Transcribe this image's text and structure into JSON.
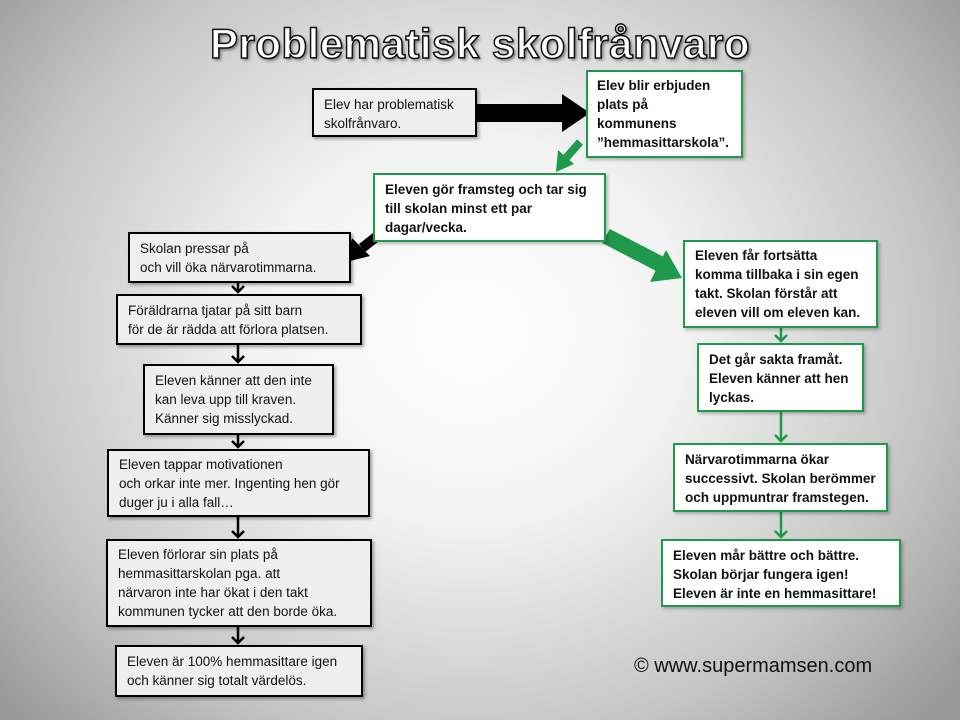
{
  "title": "Problematisk skolfrånvaro",
  "colors": {
    "green": "#1f9a4c",
    "black": "#000000"
  },
  "top": {
    "start": "Elev har problematisk\nskolfrånvaro.",
    "offer": "Elev blir erbjuden\nplats  på\nkommunens\n”hemmasittarskola”.",
    "progress": "Eleven  gör framsteg och tar sig\ntill  skolan minst ett par\ndagar/vecka."
  },
  "negative_path": [
    "Skolan pressar på\noch vill  öka närvarotimmarna.",
    "Föräldrarna tjatar på sitt barn\nför de är rädda att förlora platsen.",
    "Eleven känner att den inte\nkan leva upp till kraven.\nKänner sig misslyckad.",
    "Eleven tappar motivationen\noch orkar inte mer. Ingenting hen gör\nduger ju i alla fall…",
    "Eleven förlorar sin plats på\nhemmasittarskolan pga. att\nnärvaron inte har ökat i den takt\nkommunen  tycker att den borde öka.",
    "Eleven är 100% hemmasittare igen\noch känner sig totalt värdelös."
  ],
  "positive_path": [
    "Eleven  får fortsätta\nkomma tillbaka i sin egen\ntakt. Skolan förstår att\neleven vill om eleven kan.",
    "Det går sakta framåt.\nEleven känner att hen\nlyckas.",
    "Närvarotimmarna ökar\nsuccessivt. Skolan berömmer\noch uppmuntrar framstegen.",
    "Eleven  mår bättre och bättre.\nSkolan börjar fungera igen!\nEleven är inte en hemmasittare!"
  ],
  "copyright": "© www.supermamsen.com"
}
